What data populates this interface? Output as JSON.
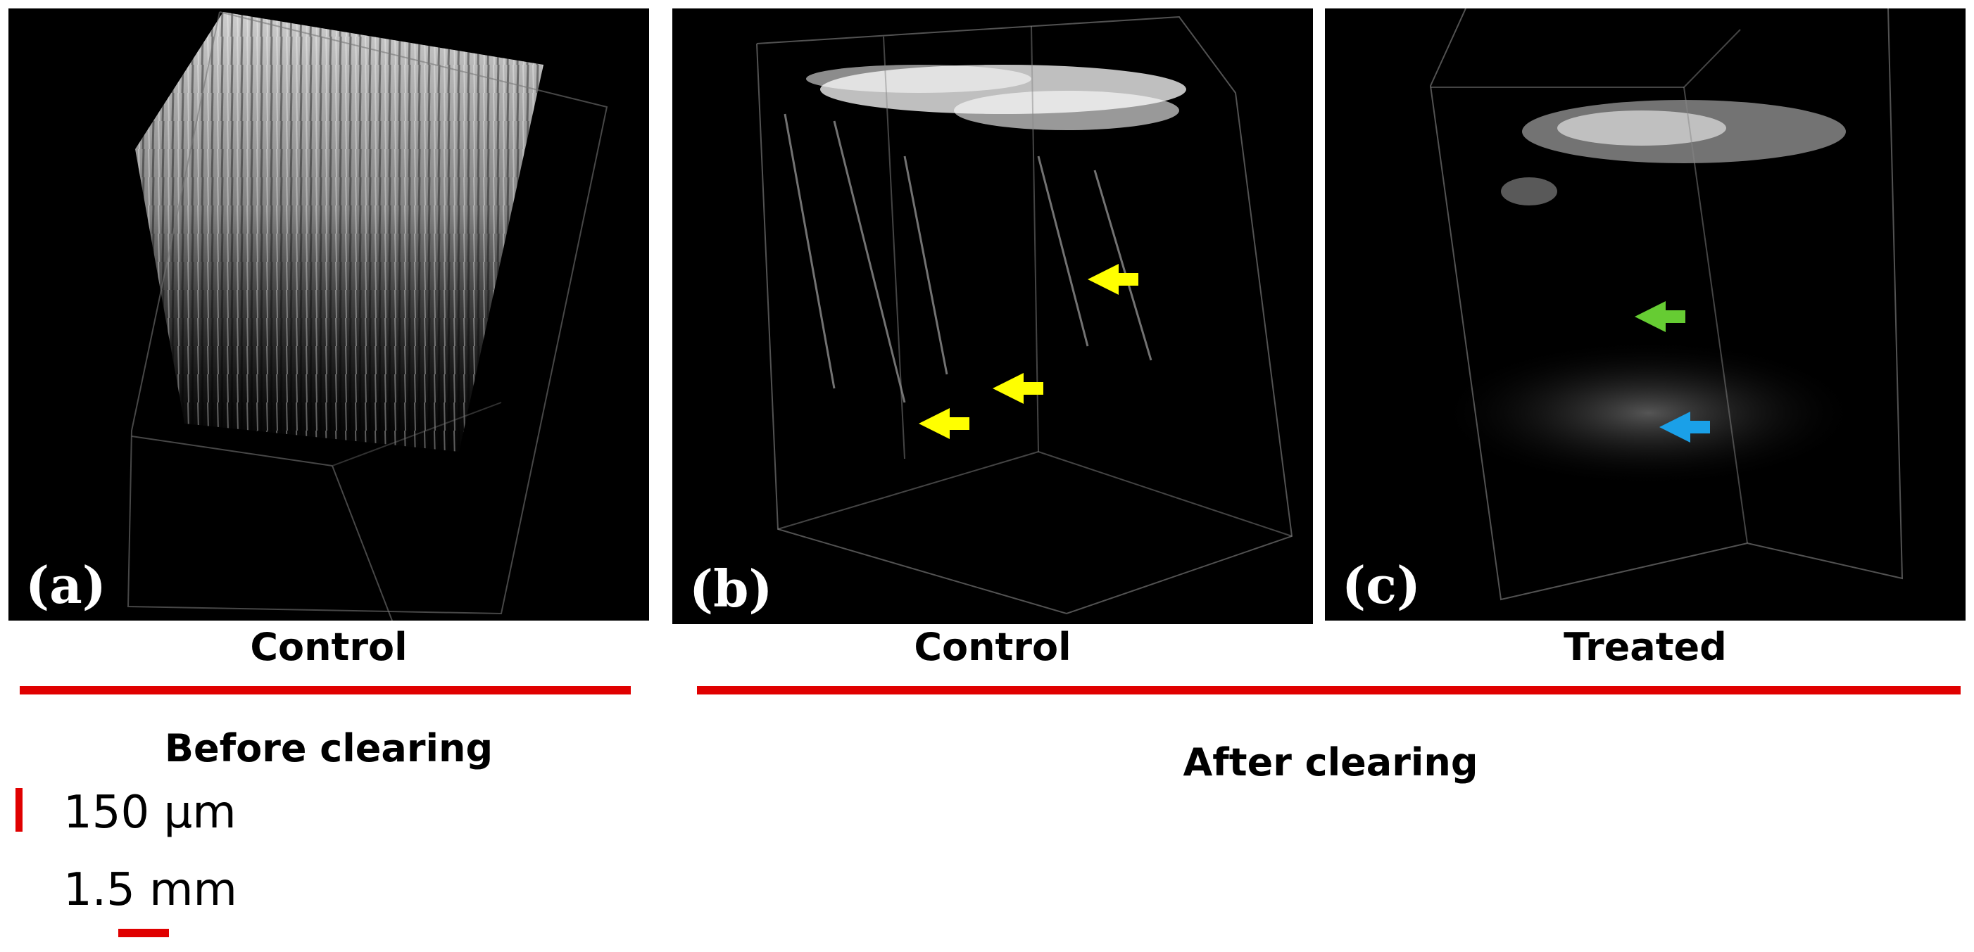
{
  "panels": [
    {
      "id": "a",
      "letter": "(a)",
      "caption": "Control"
    },
    {
      "id": "b",
      "letter": "(b)",
      "caption": "Control"
    },
    {
      "id": "c",
      "letter": "(c)",
      "caption": "Treated"
    }
  ],
  "groups": {
    "before": "Before clearing",
    "after": "After clearing"
  },
  "scale_bars": {
    "vertical": "150 μm",
    "horizontal": "1.5 mm"
  },
  "colors": {
    "bracket": "#e00000",
    "yellow_arrow": "#ffff00",
    "green_arrow": "#66cc33",
    "blue_arrow": "#1aa0e8",
    "panel_background": "#000000"
  },
  "arrows": [
    {
      "panel": "b",
      "color": "yellow"
    },
    {
      "panel": "b",
      "color": "yellow"
    },
    {
      "panel": "b",
      "color": "yellow"
    },
    {
      "panel": "c",
      "color": "green"
    },
    {
      "panel": "c",
      "color": "blue"
    }
  ]
}
